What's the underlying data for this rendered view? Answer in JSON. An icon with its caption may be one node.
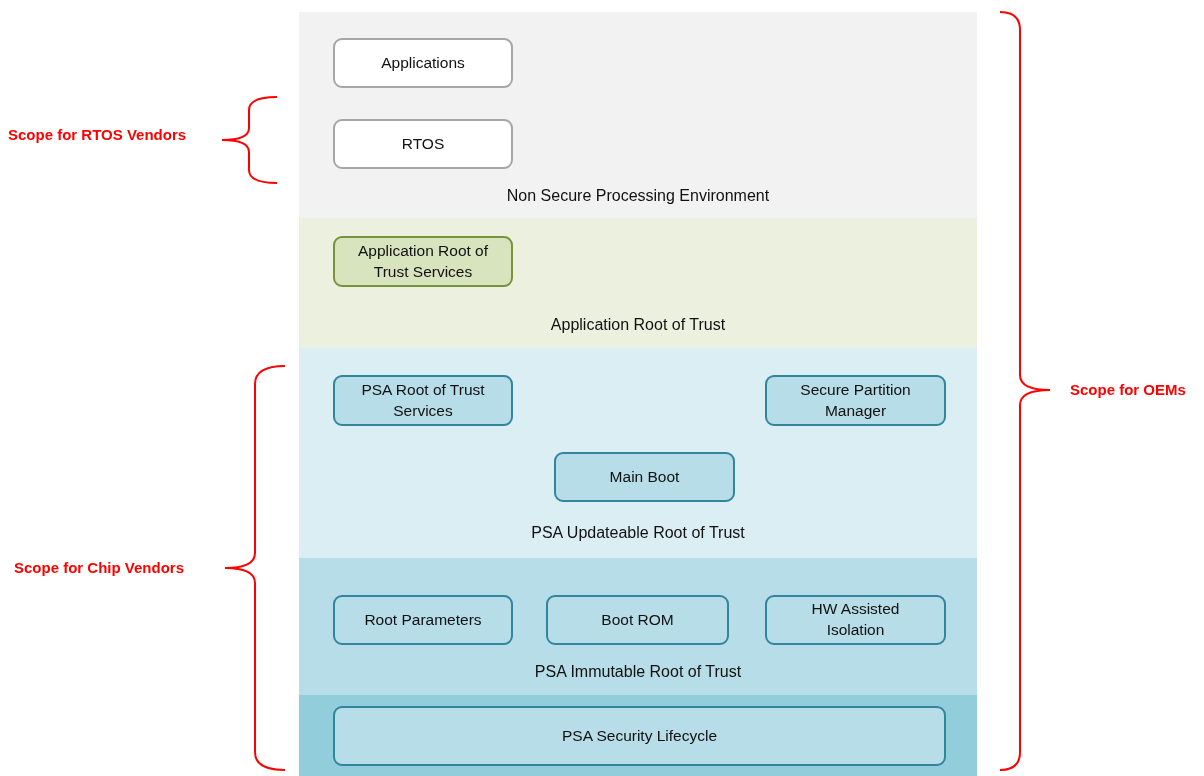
{
  "diagram": {
    "nodes": [
      {
        "text": [
          "Non Secure Processing Environment"
        ]
      },
      {
        "text": [
          "Applications"
        ],
        "in": 0
      },
      {
        "text": [
          "RTOS"
        ],
        "in": 0
      },
      {
        "text": [
          "Application Root of Trust"
        ]
      },
      {
        "text": [
          "Application Root of Trust Services"
        ],
        "in": 3
      },
      {
        "text": [
          "PSA Updateable Root of Trust"
        ]
      },
      {
        "text": [
          "PSA Root of Trust Services"
        ],
        "in": 5
      },
      {
        "text": [
          "Secure Partition Manager"
        ],
        "in": 5
      },
      {
        "text": [
          "Main Boot"
        ],
        "in": 5
      },
      {
        "text": [
          "PSA Immutable Root of Trust"
        ]
      },
      {
        "text": [
          "Root Parameters"
        ],
        "in": 9
      },
      {
        "text": [
          "Boot ROM"
        ],
        "in": 9
      },
      {
        "text": [
          "HW Assisted Isolation"
        ],
        "in": 9
      },
      {
        "text": [],
        "shape": "band"
      },
      {
        "text": [
          "PSA Security Lifecycle"
        ],
        "in": 13
      }
    ],
    "edges": [],
    "labels": [
      "Scope for RTOS Vendors",
      "Scope for OEMs",
      "Scope for Chip Vendors"
    ]
  }
}
